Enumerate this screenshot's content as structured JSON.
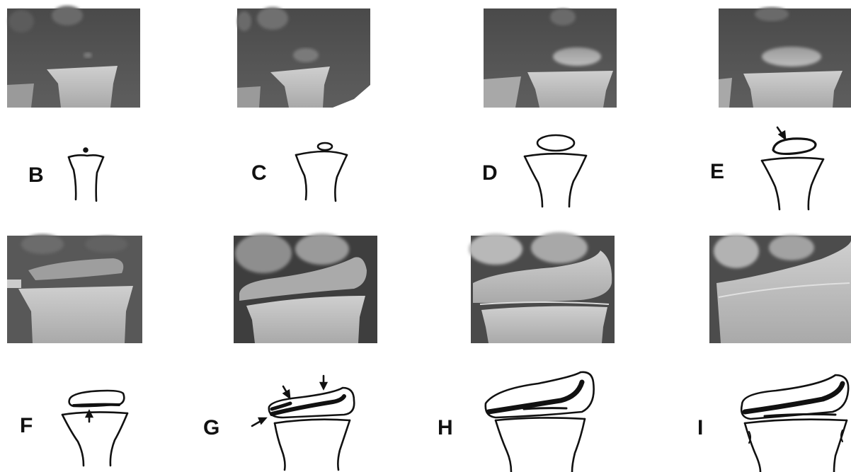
{
  "figure": {
    "stages": [
      {
        "id": "B",
        "label": "B"
      },
      {
        "id": "C",
        "label": "C"
      },
      {
        "id": "D",
        "label": "D"
      },
      {
        "id": "E",
        "label": "E"
      },
      {
        "id": "F",
        "label": "F"
      },
      {
        "id": "G",
        "label": "G"
      },
      {
        "id": "H",
        "label": "H"
      },
      {
        "id": "I",
        "label": "I"
      }
    ]
  }
}
